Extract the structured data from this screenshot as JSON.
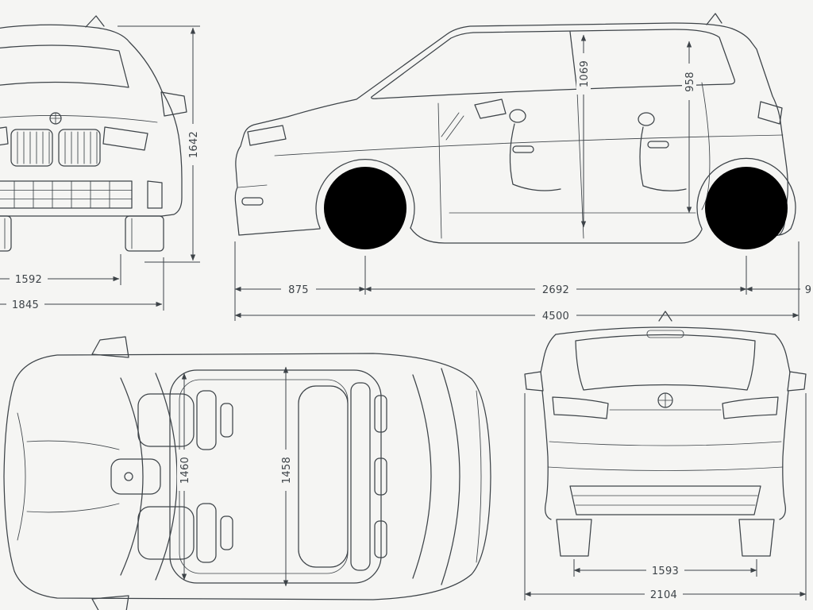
{
  "colors": {
    "background": "#f5f5f3",
    "line": "#3d4348"
  },
  "views": {
    "front": {
      "dims": {
        "height": "1642",
        "track": "1592",
        "width": "1845"
      }
    },
    "side": {
      "dims": {
        "interior_height_front": "1069",
        "interior_height_rear": "958",
        "front_overhang": "875",
        "wheelbase": "2692",
        "overall_length": "4500",
        "right_edge_partial": "9"
      }
    },
    "top": {
      "dims": {
        "interior_width_front": "1460",
        "interior_width_rear": "1458"
      }
    },
    "rear": {
      "dims": {
        "track": "1593",
        "overall_width": "2104"
      }
    }
  }
}
